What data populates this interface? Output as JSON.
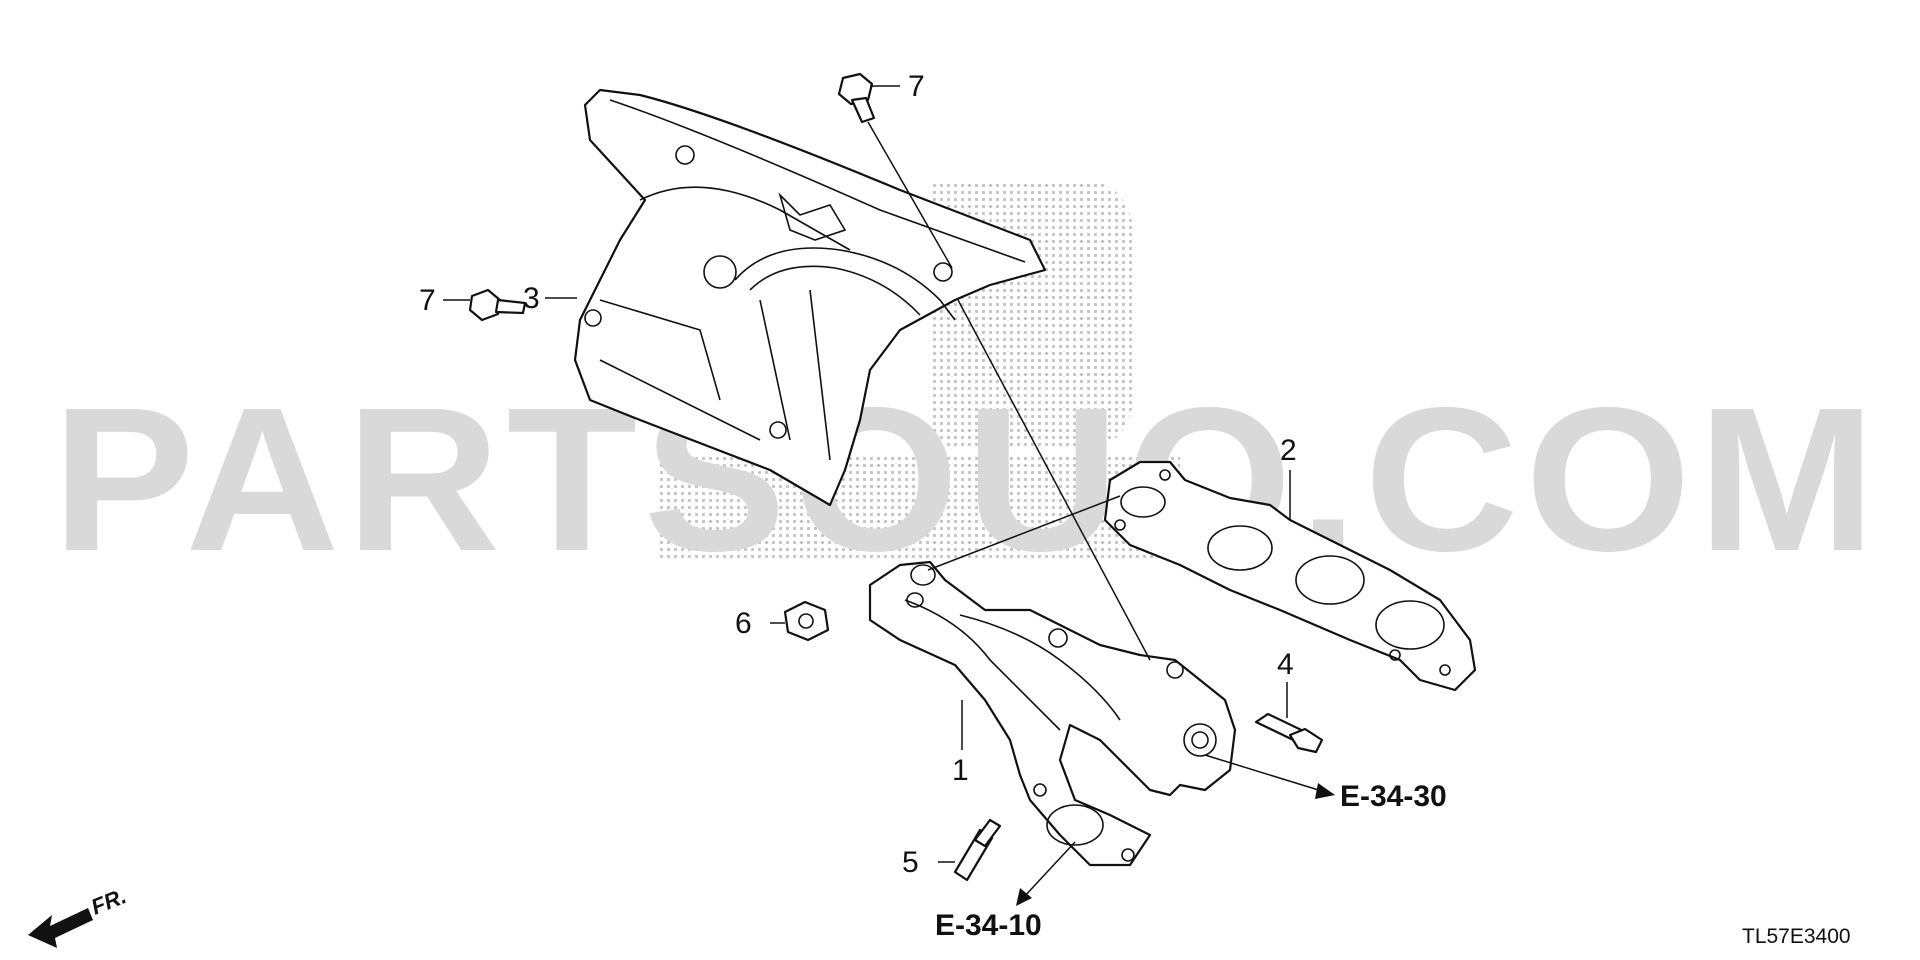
{
  "watermark": {
    "text": "PARTSOUQ.COM"
  },
  "callouts": {
    "c1": "1",
    "c2": "2",
    "c3": "3",
    "c4": "4",
    "c5": "5",
    "c6": "6",
    "c7_top": "7",
    "c7_left": "7"
  },
  "references": {
    "ref_right": "E-34-30",
    "ref_bottom": "E-34-10"
  },
  "direction": {
    "label": "FR."
  },
  "diagram_code": "TL57E3400"
}
